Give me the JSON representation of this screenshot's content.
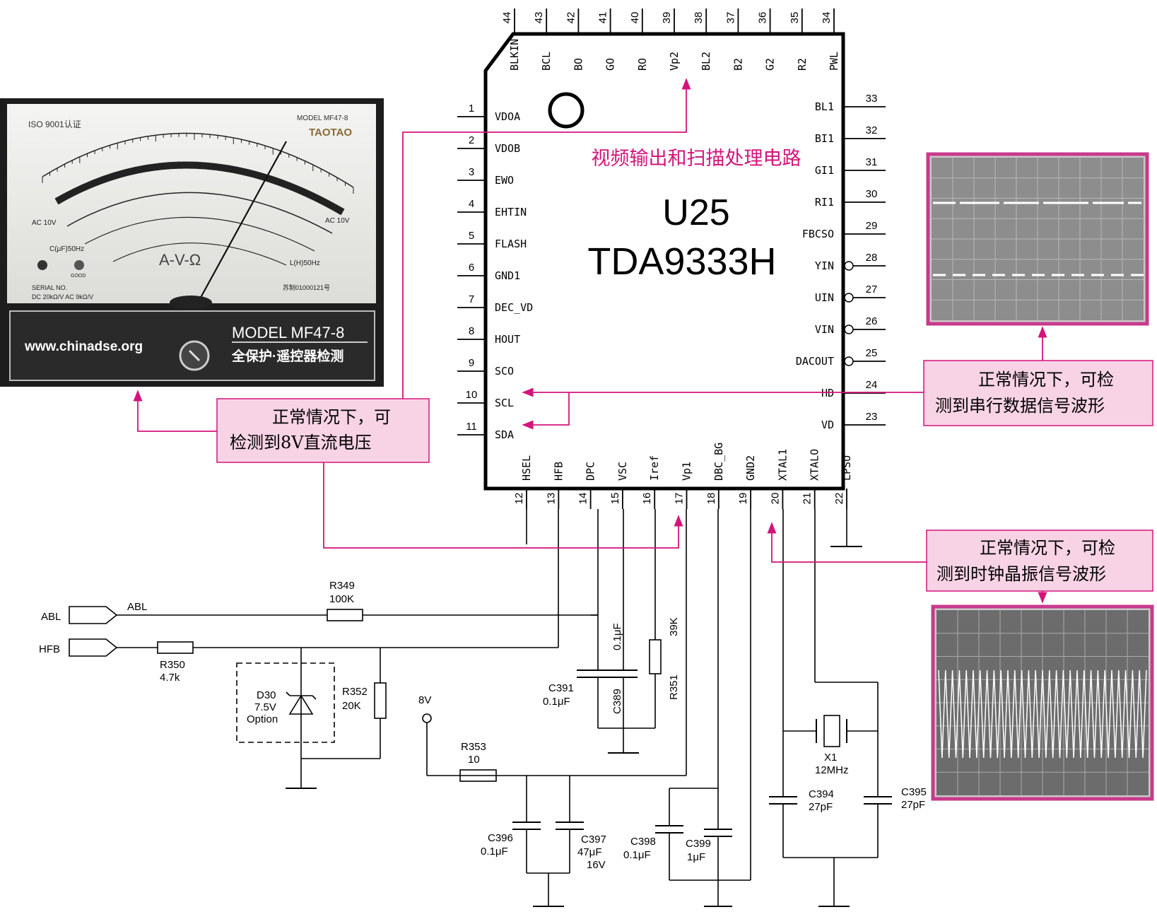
{
  "chip": {
    "name": "U25",
    "part": "TDA9333H",
    "function_label": "视频输出和扫描处理电路",
    "pins": [
      {
        "n": "1",
        "name": "VDOA"
      },
      {
        "n": "2",
        "name": "VDOB"
      },
      {
        "n": "3",
        "name": "EWO"
      },
      {
        "n": "4",
        "name": "EHTIN"
      },
      {
        "n": "5",
        "name": "FLASH"
      },
      {
        "n": "6",
        "name": "GND1"
      },
      {
        "n": "7",
        "name": "DEC_VD"
      },
      {
        "n": "8",
        "name": "HOUT"
      },
      {
        "n": "9",
        "name": "SCO"
      },
      {
        "n": "10",
        "name": "SCL"
      },
      {
        "n": "11",
        "name": "SDA"
      },
      {
        "n": "12",
        "name": "HSEL"
      },
      {
        "n": "13",
        "name": "HFB"
      },
      {
        "n": "14",
        "name": "DPC"
      },
      {
        "n": "15",
        "name": "VSC"
      },
      {
        "n": "16",
        "name": "Iref"
      },
      {
        "n": "17",
        "name": "Vp1"
      },
      {
        "n": "18",
        "name": "DBC_BG"
      },
      {
        "n": "19",
        "name": "GND2"
      },
      {
        "n": "20",
        "name": "XTAL1"
      },
      {
        "n": "21",
        "name": "XTALO"
      },
      {
        "n": "22",
        "name": "LPSU"
      },
      {
        "n": "23",
        "name": "VD"
      },
      {
        "n": "24",
        "name": "HD"
      },
      {
        "n": "25",
        "name": "DACOUT"
      },
      {
        "n": "26",
        "name": "VIN"
      },
      {
        "n": "27",
        "name": "UIN"
      },
      {
        "n": "28",
        "name": "YIN"
      },
      {
        "n": "29",
        "name": "FBCSO"
      },
      {
        "n": "30",
        "name": "RI1"
      },
      {
        "n": "31",
        "name": "GI1"
      },
      {
        "n": "32",
        "name": "BI1"
      },
      {
        "n": "33",
        "name": "BL1"
      },
      {
        "n": "34",
        "name": "PWL"
      },
      {
        "n": "35",
        "name": "R2"
      },
      {
        "n": "36",
        "name": "G2"
      },
      {
        "n": "37",
        "name": "B2"
      },
      {
        "n": "38",
        "name": "BL2"
      },
      {
        "n": "39",
        "name": "Vp2"
      },
      {
        "n": "40",
        "name": "RO"
      },
      {
        "n": "41",
        "name": "GO"
      },
      {
        "n": "42",
        "name": "BO"
      },
      {
        "n": "43",
        "name": "BCL"
      },
      {
        "n": "44",
        "name": "BLKIN"
      }
    ]
  },
  "callouts": {
    "dc8v": [
      "正常情况下，可",
      "检测到8V直流电压"
    ],
    "serial": [
      "正常情况下，可检",
      "测到串行数据信号波形"
    ],
    "clock": [
      "正常情况下，可检",
      "测到时钟晶振信号波形"
    ]
  },
  "connectors": {
    "abl": "ABL",
    "abl_net": "ABL",
    "hfb": "HFB"
  },
  "components": {
    "r349": {
      "ref": "R349",
      "value": "100K"
    },
    "r350": {
      "ref": "R350",
      "value": "4.7k"
    },
    "r351": {
      "ref": "R351",
      "value": "39K"
    },
    "r352": {
      "ref": "R352",
      "value": "20K"
    },
    "r353": {
      "ref": "R353",
      "value": "10"
    },
    "d30": {
      "ref": "D30",
      "value": "7.5V",
      "note": "Option"
    },
    "c389": {
      "ref": "C389",
      "value": "0.1μF"
    },
    "c391": {
      "ref": "C391",
      "value": "0.1μF"
    },
    "c394": {
      "ref": "C394",
      "value": "27pF"
    },
    "c395": {
      "ref": "C395",
      "value": "27pF"
    },
    "c396": {
      "ref": "C396",
      "value": "0.1μF"
    },
    "c397": {
      "ref": "C397",
      "value": "47μF",
      "rating": "16V"
    },
    "c398": {
      "ref": "C398",
      "value": "0.1μF"
    },
    "c399": {
      "ref": "C399",
      "value": "1μF"
    },
    "x1": {
      "ref": "X1",
      "value": "12MHz"
    },
    "supply": "8V"
  },
  "meter": {
    "iso": "ISO 9001认证",
    "model_small": "MODEL  MF47-8",
    "brand": "TAOTAO",
    "model": "MODEL  MF47-8",
    "website": "www.chinadse.org",
    "slogan": "全保护·遥控器检测",
    "avo": "A-V-Ω",
    "serial": "SERIAL NO.",
    "cap": "C(μF)50Hz",
    "ind": "L(H)50Hz",
    "ac_left": "AC 10V",
    "ac_right": "AC 10V",
    "dc": "DC 20kΩ/V  AC 9kΩ/V",
    "cert": "苏制01000121号",
    "good": "GOOD"
  },
  "colors": {
    "accent": "#d4147a",
    "callout_fill": "#f8d3e6",
    "scope_frame": "#c83a8c",
    "wire": "#000000"
  }
}
